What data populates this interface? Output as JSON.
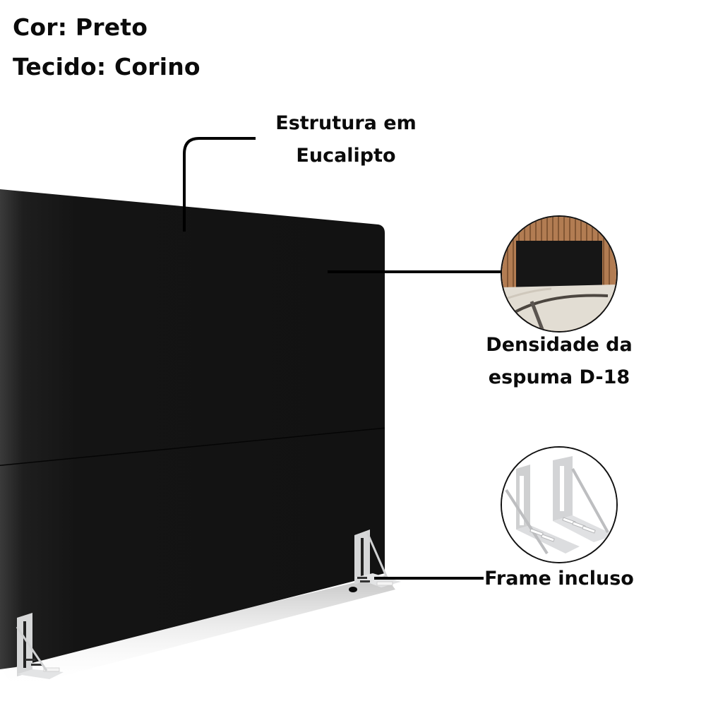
{
  "specs": {
    "color": "Cor: Preto",
    "fabric": "Tecido: Corino"
  },
  "callouts": {
    "structure": {
      "line1": "Estrutura em",
      "line2": "Eucalipto"
    },
    "foam": {
      "line1": "Densidade da",
      "line2": "espuma D-18"
    },
    "frame": {
      "line1": "Frame incluso"
    }
  },
  "product": {
    "type": "headboard",
    "upholstery_color": "#141414",
    "bracket_color": "#d9dadb",
    "callout_line_color": "#000000"
  },
  "thumbnails": [
    {
      "id": "room",
      "subject": "headboard-in-bedroom-icon"
    },
    {
      "id": "frame",
      "subject": "metal-frame-brackets-icon"
    }
  ]
}
